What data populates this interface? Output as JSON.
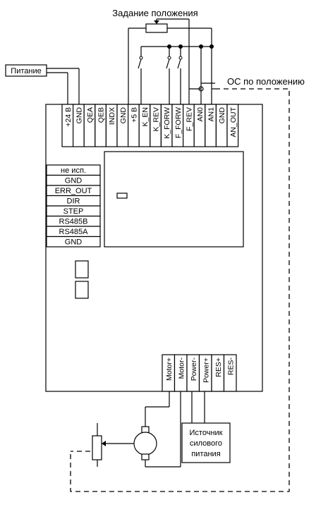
{
  "title": "Задание положения",
  "labels": {
    "power": "Питание",
    "feedback": "ОС по положению",
    "power_source_line1": "Источник",
    "power_source_line2": "силового",
    "power_source_line3": "питания"
  },
  "top_terminals": [
    "+24 В",
    "GND",
    "QEA",
    "QEB",
    "INDX",
    "GND",
    "+5 В",
    "K_EN",
    "K_REV",
    "K_FORW",
    "F_FORW",
    "F_REV",
    "AN0",
    "AN1",
    "GND",
    "AN_OUT"
  ],
  "left_terminals": [
    "не исп.",
    "GND",
    "ERR_OUT",
    "DIR",
    "STEP",
    "RS485B",
    "RS485A",
    "GND"
  ],
  "bottom_terminals": [
    "Motor+",
    "Motor-",
    "Power-",
    "Power+",
    "RES+",
    "RES-"
  ]
}
